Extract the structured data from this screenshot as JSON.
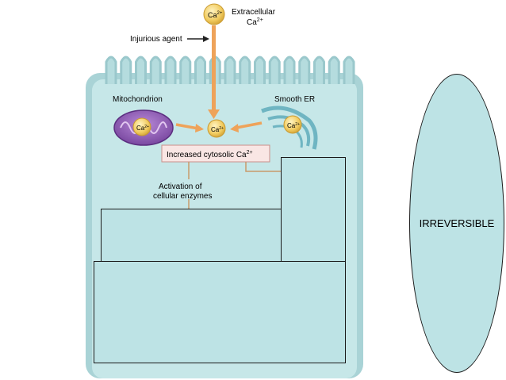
{
  "labels": {
    "ca": "Ca",
    "ca_sup": "2+",
    "extracellular_line1": "Extracellular",
    "extracellular_line2": "Ca",
    "injurious_agent": "Injurious agent",
    "mitochondrion": "Mitochondrion",
    "smooth_er": "Smooth ER",
    "increased_cytosolic": "Increased cytosolic Ca",
    "activation_line1": "Activation of",
    "activation_line2": "cellular enzymes",
    "oval_label": "IRREVERSIBLE"
  },
  "colors": {
    "cell_fill": "#c2e5e6",
    "membrane": "#a5cfd2",
    "ca_ball": "#f2cf6a",
    "arrow": "#f0a95a",
    "mito_outer": "#8c5ab0",
    "er": "#73b9c6",
    "overlay": "#bde3e5"
  }
}
